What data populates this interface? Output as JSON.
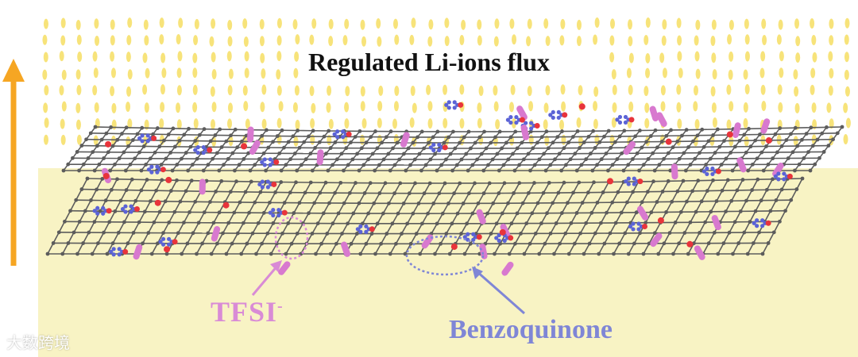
{
  "title": "Regulated Li-ions flux",
  "labels": {
    "tfsi_text": "TFSI",
    "tfsi_superscript": "-",
    "benzoquinone": "Benzoquinone"
  },
  "watermark": "大数跨境",
  "colors": {
    "background_lower": "#f8f3c4",
    "li_ion": "#f7e37a",
    "arrow": "#f6a623",
    "carbon": "#5c5c5c",
    "oxygen": "#e8343b",
    "benzoquinone": "#5b63d6",
    "tfsi": "#d879cf",
    "tfsi_label": "#d98bd6",
    "benzoquinone_label": "#7f86d6"
  }
}
